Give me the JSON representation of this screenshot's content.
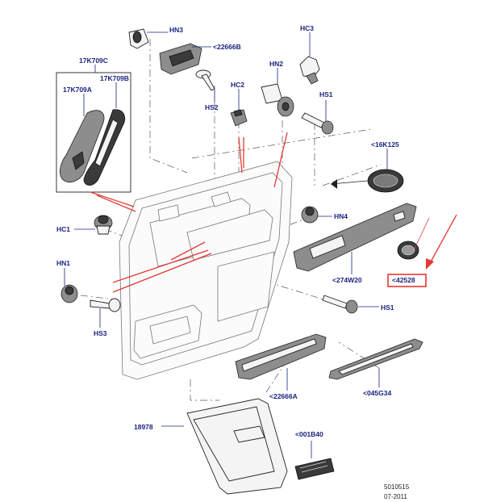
{
  "diagram": {
    "labels": {
      "hn3": "HN3",
      "c22666b": "<22666B",
      "hc3": "HC3",
      "c17k709c": "17K709C",
      "c17k709b": "17K709B",
      "c17k709a": "17K709A",
      "hn2": "HN2",
      "hc2": "HC2",
      "hs1_top": "HS1",
      "hs2": "HS2",
      "c16k125": "<16K125",
      "hc1": "HC1",
      "hn4": "HN4",
      "hn1": "HN1",
      "c274w20": "<274W20",
      "c42528": "<42528",
      "hs1_bottom": "HS1",
      "hs3": "HS3",
      "c22666a": "<22666A",
      "c045g34": "<045G34",
      "c18978": "18978",
      "c001b40": "<001B40"
    },
    "footer": {
      "code": "5010515",
      "date": "07-2011"
    },
    "colors": {
      "label": "#1a237e",
      "highlight": "#e53935",
      "outline": "#222222"
    }
  }
}
